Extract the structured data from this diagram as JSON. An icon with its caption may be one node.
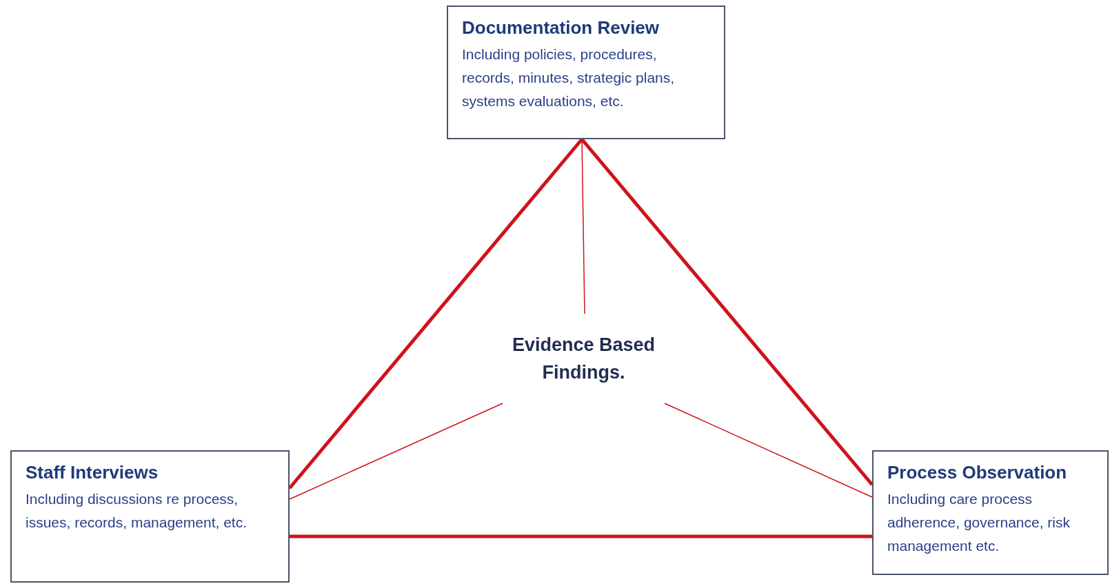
{
  "diagram": {
    "nodes": [
      {
        "text": [
          "Documentation Review",
          "Including policies, procedures, records, minutes, strategic plans, systems evaluations, etc."
        ]
      },
      {
        "text": [
          "Evidence Based Findings."
        ]
      },
      {
        "text": [
          "Staff Interviews",
          "Including discussions re process, issues, records, management, etc."
        ]
      },
      {
        "text": [
          "Process Observation",
          "Including care process adherence, governance, risk management etc."
        ]
      }
    ],
    "edges": [
      {
        "from": 0,
        "to": 2,
        "arrow": "none",
        "style": "thick"
      },
      {
        "from": 0,
        "to": 3,
        "arrow": "none",
        "style": "thick"
      },
      {
        "from": 2,
        "to": 3,
        "arrow": "none",
        "style": "thick"
      },
      {
        "from": 1,
        "to": 0,
        "arrow": "none"
      },
      {
        "from": 1,
        "to": 2,
        "arrow": "none"
      },
      {
        "from": 1,
        "to": 3,
        "arrow": "none"
      }
    ]
  }
}
